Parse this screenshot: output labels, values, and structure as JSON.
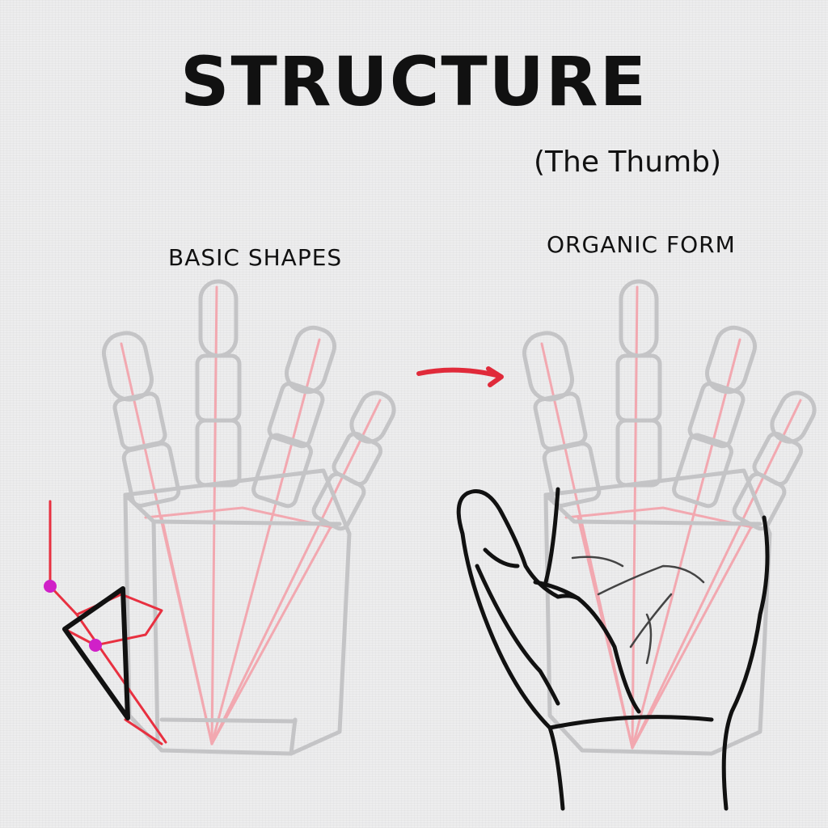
{
  "title": "STRUCTURE",
  "subtitle": "(The Thumb)",
  "panels": {
    "left_label": "BASIC SHAPES",
    "right_label": "ORGANIC FORM"
  },
  "colors": {
    "background": "#ededee",
    "ink": "#111111",
    "sketch_gray": "#c4c4c6",
    "guide_red": "#e83040",
    "guide_pink": "#f2a8b0",
    "joint_magenta": "#d020c8"
  }
}
